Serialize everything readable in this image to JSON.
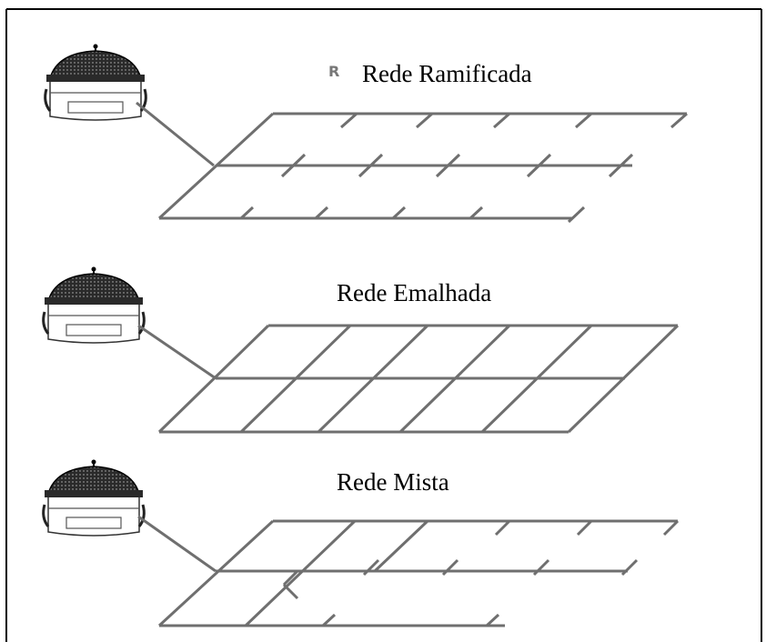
{
  "panels": [
    {
      "id": "ramificada",
      "label": "Rede Ramificada",
      "marker": "R"
    },
    {
      "id": "emalhada",
      "label": "Rede Emalhada"
    },
    {
      "id": "mista",
      "label": "Rede Mista"
    }
  ],
  "colors": {
    "line": "#6f6f6f",
    "frame": "#000000",
    "tank_dark": "#222222"
  },
  "icons": [
    "reservoir-tank-icon"
  ]
}
